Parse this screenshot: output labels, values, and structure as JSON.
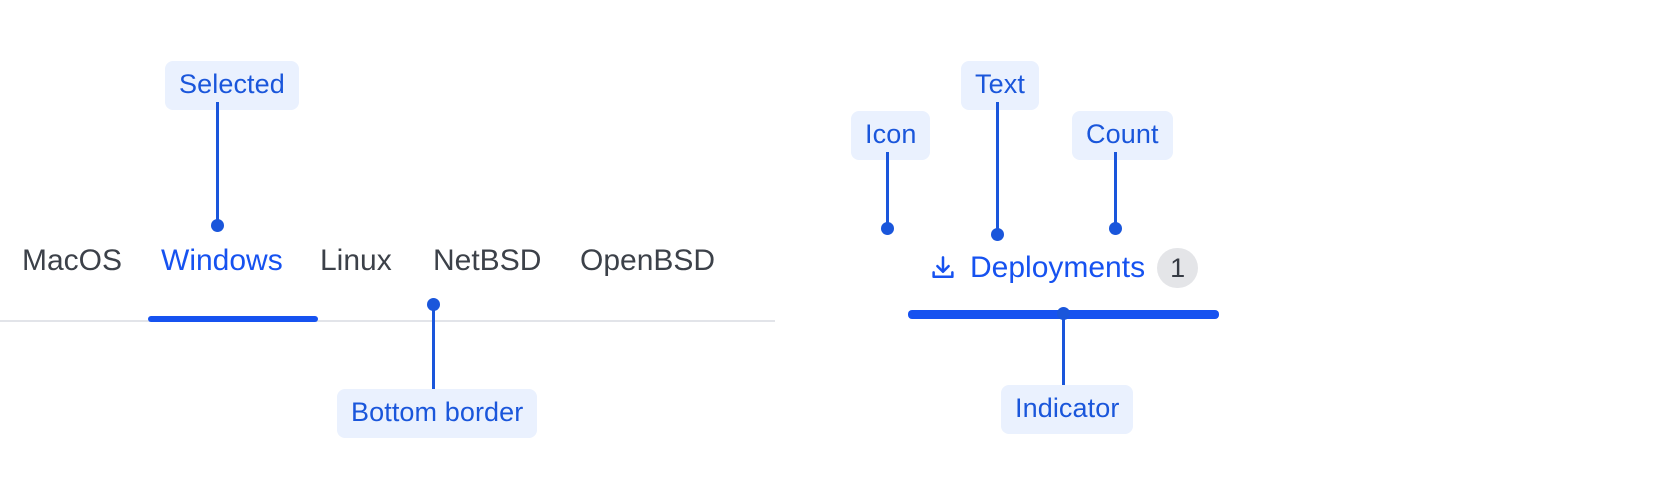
{
  "annotations": {
    "selected": "Selected",
    "bottom_border": "Bottom border",
    "icon": "Icon",
    "text": "Text",
    "count": "Count",
    "indicator": "Indicator"
  },
  "colors": {
    "accent": "#1652f0",
    "annotation_text": "#1a56db",
    "annotation_background": "#eaf1fe",
    "tab_text": "#3c4149",
    "rail": "#e2e4e9",
    "badge_background": "#e4e5e8",
    "badge_text": "#363b44"
  },
  "tab_group_left": {
    "tabs": [
      {
        "label": "MacOS",
        "selected": false
      },
      {
        "label": "Windows",
        "selected": true
      },
      {
        "label": "Linux",
        "selected": false
      },
      {
        "label": "NetBSD",
        "selected": false
      },
      {
        "label": "OpenBSD",
        "selected": false
      }
    ]
  },
  "tab_group_right": {
    "icon": "download-icon",
    "label": "Deployments",
    "count": "1",
    "selected": true
  }
}
